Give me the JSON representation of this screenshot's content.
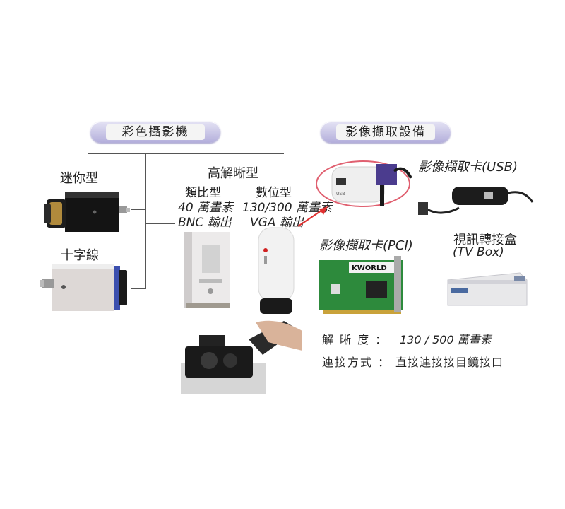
{
  "camera_section": {
    "title": "彩色攝影機",
    "mini_label": "迷你型",
    "cross_label": "十字線",
    "hd_label": "高解晰型",
    "analog": {
      "label": "類比型",
      "resolution": "40 萬畫素",
      "output": "BNC 輸出"
    },
    "digital": {
      "label": "數位型",
      "resolution": "130/300 萬畫素",
      "output": "VGA 輸出"
    }
  },
  "capture_section": {
    "title": "影像擷取設備",
    "usb_label": "影像擷取卡(USB)",
    "pci_label": "影像擷取卡(PCI)",
    "tvbox_label": "視訊轉接盒",
    "tvbox_sub": "(TV Box)",
    "usb_port_text": "USB",
    "pci_brand": "KWORLD",
    "resolution_label": "解 晰 度  ：",
    "resolution_value": "130 / 500 萬畫素",
    "connection_label": "連接方式 ：",
    "connection_value": "直接連接接目鏡接口"
  },
  "colors": {
    "pill": "#c9c6e6",
    "arrow": "#e03030",
    "highlight_ring": "#e06070"
  }
}
